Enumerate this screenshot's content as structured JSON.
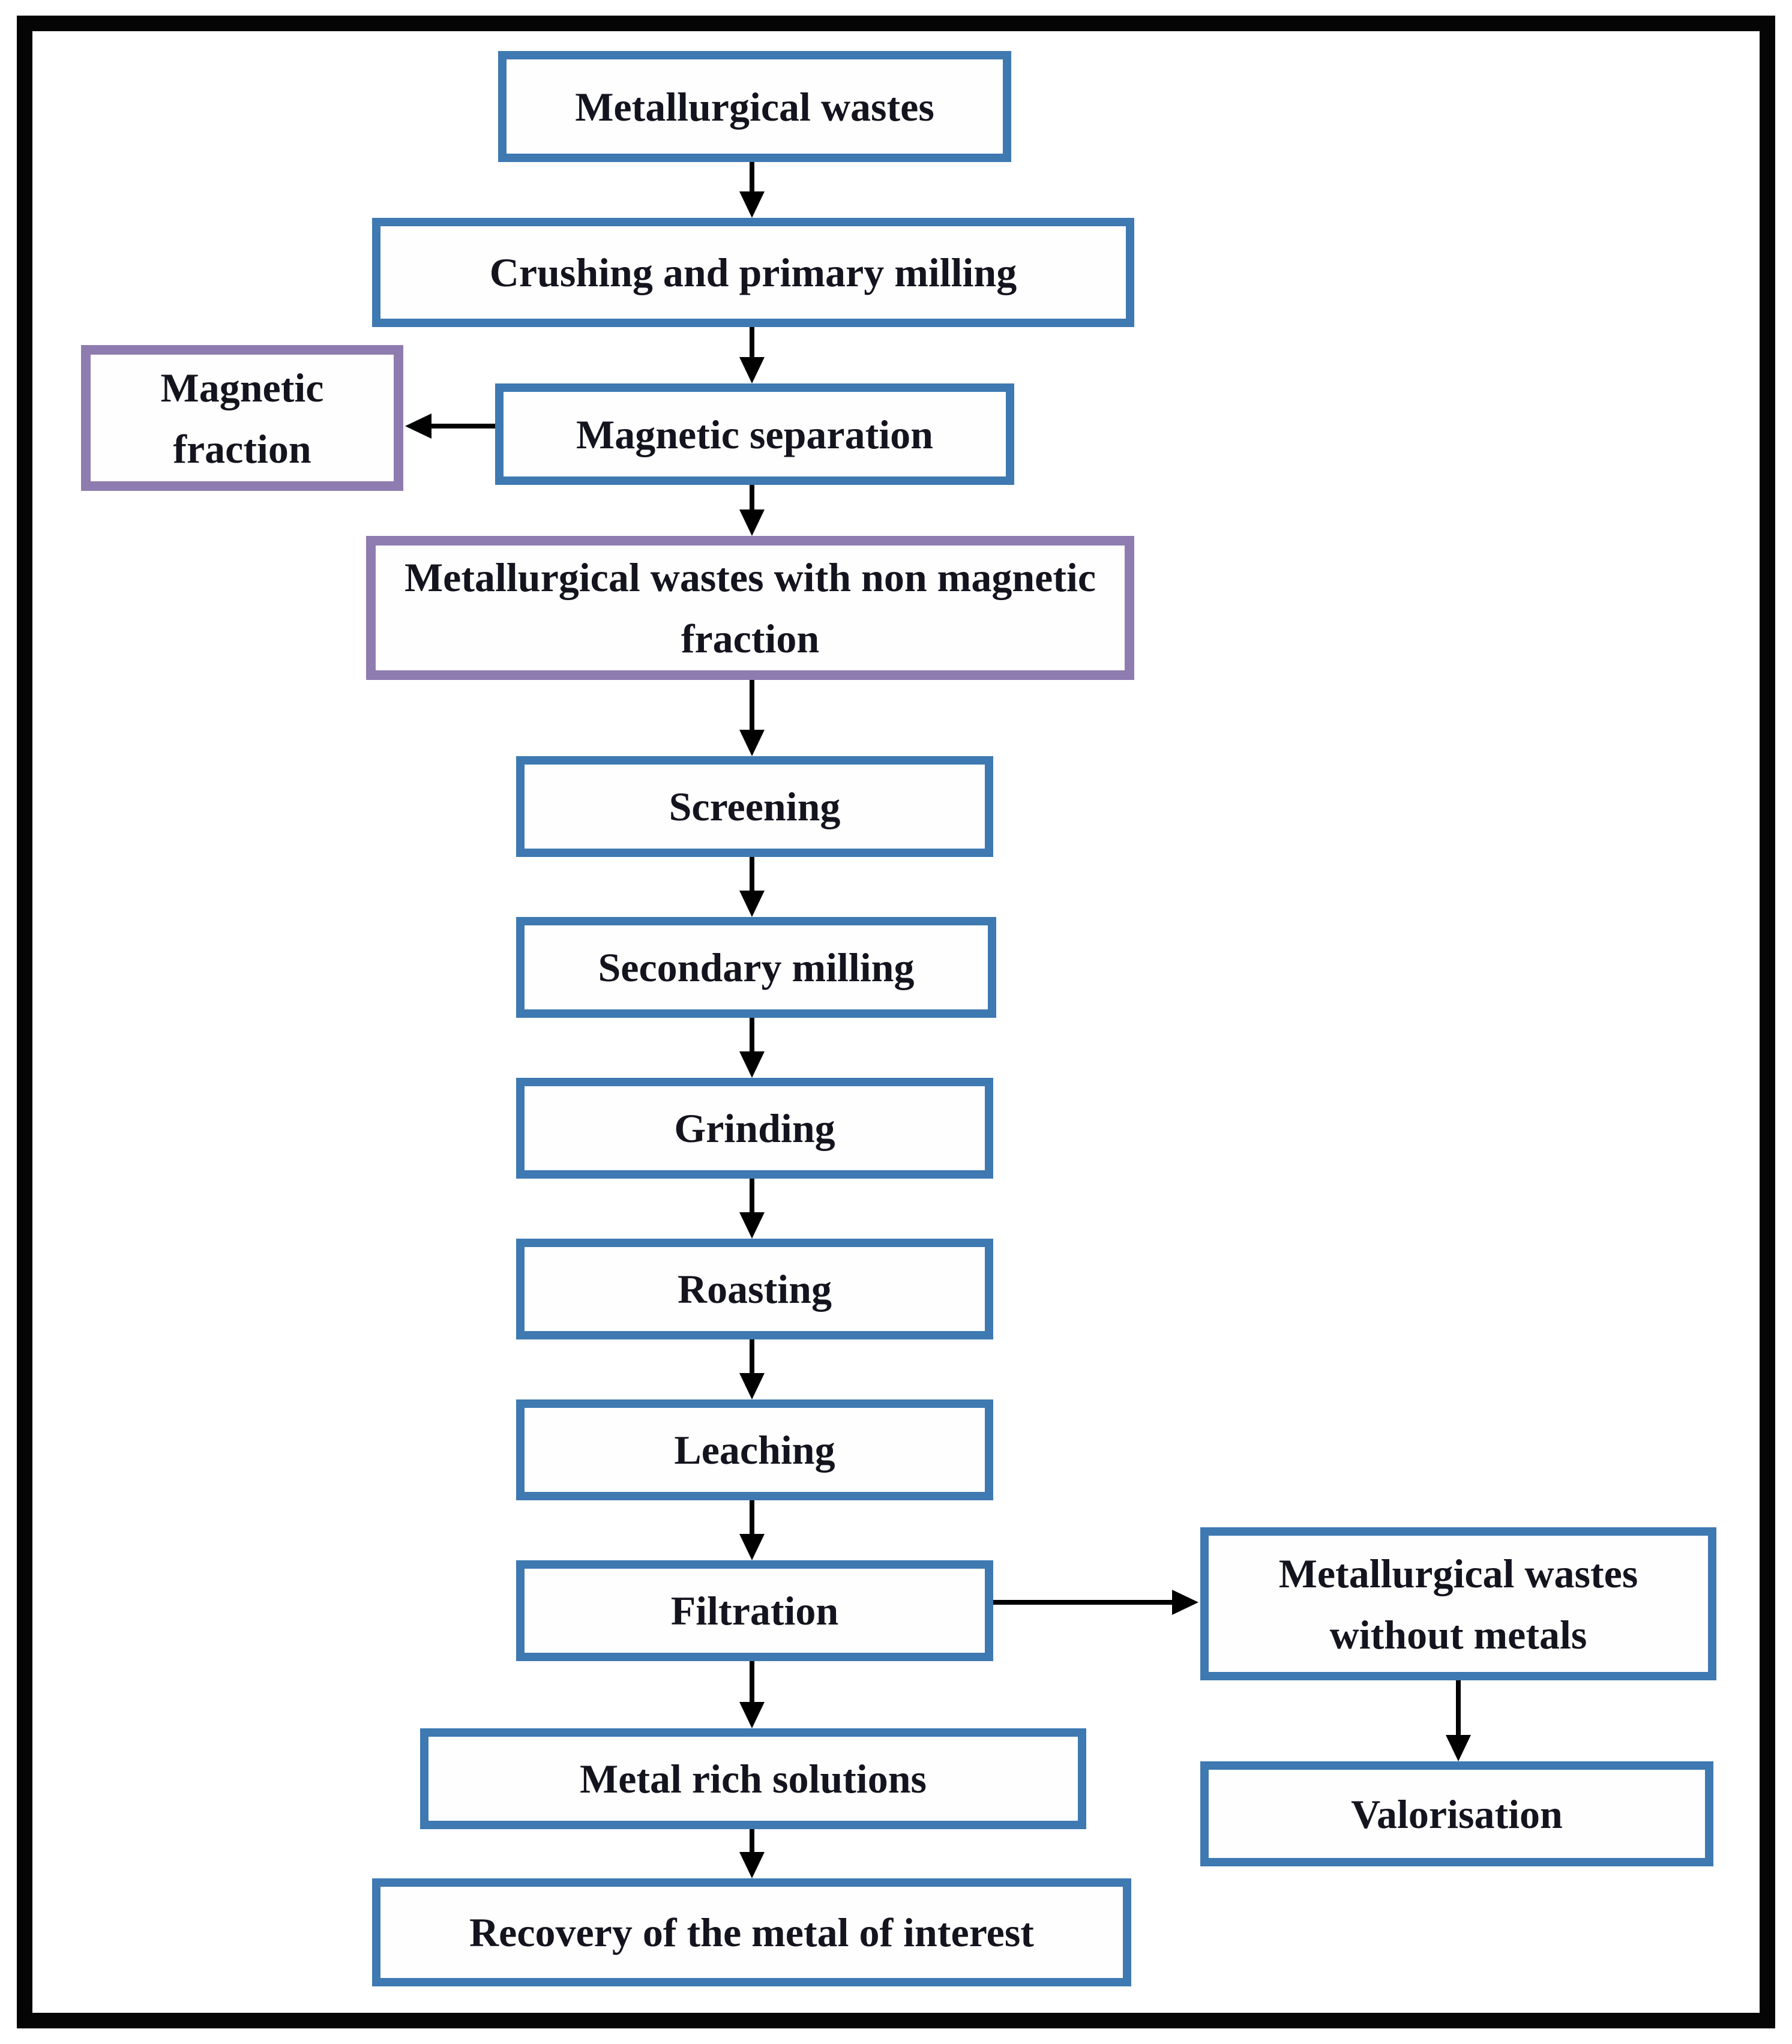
{
  "colors": {
    "blue_border": "#3e79b2",
    "purple_border": "#8e7cb0",
    "frame": "#050505",
    "arrow": "#000000",
    "text": "#14141f",
    "background": "#ffffff"
  },
  "nodes": [
    {
      "id": "metallurgical-wastes",
      "label": "Metallurgical wastes",
      "border": "blue"
    },
    {
      "id": "crushing-primary-milling",
      "label": "Crushing and primary milling",
      "border": "blue"
    },
    {
      "id": "magnetic-fraction",
      "label": "Magnetic fraction",
      "border": "purple"
    },
    {
      "id": "magnetic-separation",
      "label": "Magnetic separation",
      "border": "blue"
    },
    {
      "id": "non-magnetic-fraction",
      "label": "Metallurgical wastes with non magnetic fraction",
      "border": "purple"
    },
    {
      "id": "screening",
      "label": "Screening",
      "border": "blue"
    },
    {
      "id": "secondary-milling",
      "label": "Secondary milling",
      "border": "blue"
    },
    {
      "id": "grinding",
      "label": "Grinding",
      "border": "blue"
    },
    {
      "id": "roasting",
      "label": "Roasting",
      "border": "blue"
    },
    {
      "id": "leaching",
      "label": "Leaching",
      "border": "blue"
    },
    {
      "id": "filtration",
      "label": "Filtration",
      "border": "blue"
    },
    {
      "id": "metallurgical-wastes-without-metals",
      "label": "Metallurgical wastes without metals",
      "border": "blue"
    },
    {
      "id": "valorisation",
      "label": "Valorisation",
      "border": "blue"
    },
    {
      "id": "metal-rich-solutions",
      "label": "Metal rich solutions",
      "border": "blue"
    },
    {
      "id": "recovery-of-metal",
      "label": "Recovery of the metal of interest",
      "border": "blue"
    }
  ],
  "edges": [
    {
      "from": "metallurgical-wastes",
      "to": "crushing-primary-milling",
      "direction": "down"
    },
    {
      "from": "crushing-primary-milling",
      "to": "magnetic-separation",
      "direction": "down"
    },
    {
      "from": "magnetic-separation",
      "to": "magnetic-fraction",
      "direction": "left"
    },
    {
      "from": "magnetic-separation",
      "to": "non-magnetic-fraction",
      "direction": "down"
    },
    {
      "from": "non-magnetic-fraction",
      "to": "screening",
      "direction": "down"
    },
    {
      "from": "screening",
      "to": "secondary-milling",
      "direction": "down"
    },
    {
      "from": "secondary-milling",
      "to": "grinding",
      "direction": "down"
    },
    {
      "from": "grinding",
      "to": "roasting",
      "direction": "down"
    },
    {
      "from": "roasting",
      "to": "leaching",
      "direction": "down"
    },
    {
      "from": "leaching",
      "to": "filtration",
      "direction": "down"
    },
    {
      "from": "filtration",
      "to": "metallurgical-wastes-without-metals",
      "direction": "right"
    },
    {
      "from": "filtration",
      "to": "metal-rich-solutions",
      "direction": "down"
    },
    {
      "from": "metallurgical-wastes-without-metals",
      "to": "valorisation",
      "direction": "down"
    },
    {
      "from": "metal-rich-solutions",
      "to": "recovery-of-metal",
      "direction": "down"
    }
  ]
}
